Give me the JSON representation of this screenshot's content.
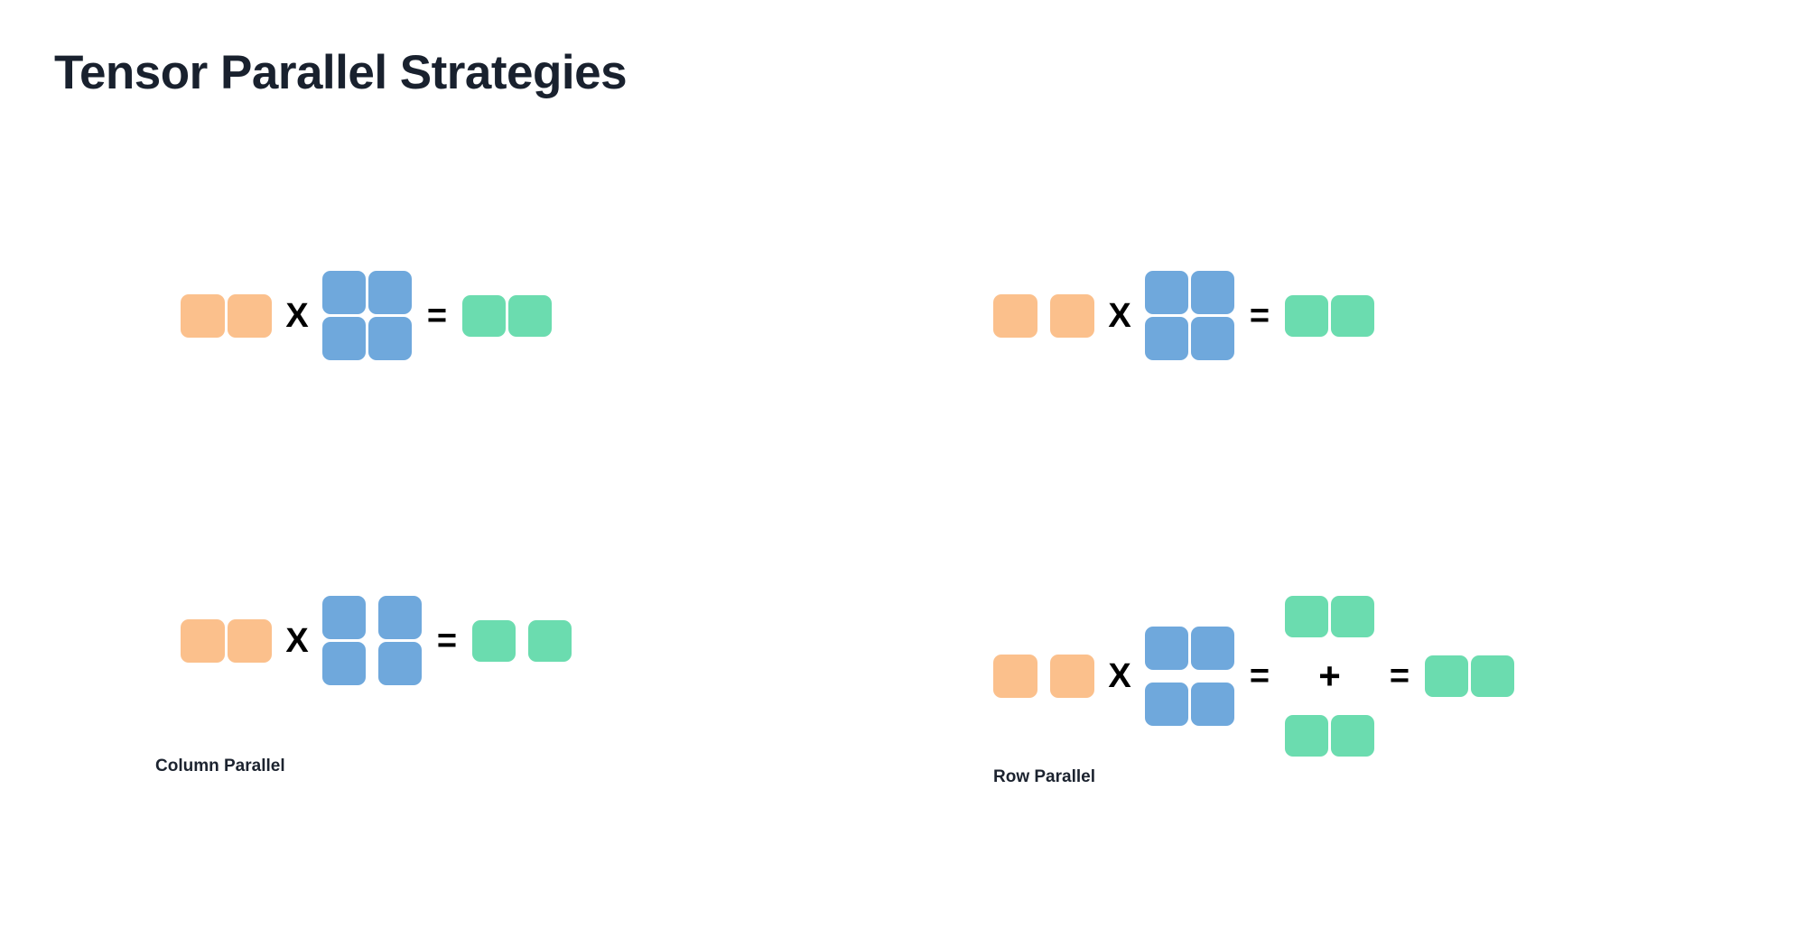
{
  "page": {
    "title": "Tensor Parallel Strategies",
    "background": "#ffffff"
  },
  "colors": {
    "input_orange": "#fbc08c",
    "weight_blue": "#6fa8dc",
    "output_green": "#6bdcaf",
    "text_dark": "#19212e",
    "operator_black": "#000000"
  },
  "operators": {
    "multiply": "X",
    "equals": "=",
    "plus": "+"
  },
  "panels": [
    {
      "id": "top-left",
      "caption": "",
      "description": "unsharded matmul: activation row times 2x2 weight equals output row",
      "input": {
        "color": "#fbc08c",
        "rows": 1,
        "cols": 2,
        "split": "none"
      },
      "weight": {
        "color": "#6fa8dc",
        "rows": 2,
        "cols": 2,
        "split": "none"
      },
      "output": {
        "color": "#6bdcaf",
        "rows": 1,
        "cols": 2,
        "split": "none"
      }
    },
    {
      "id": "top-right",
      "caption": "",
      "description": "unsharded matmul with split activation row",
      "input": {
        "color": "#fbc08c",
        "rows": 1,
        "cols": 2,
        "split": "columns"
      },
      "weight": {
        "color": "#6fa8dc",
        "rows": 2,
        "cols": 2,
        "split": "none"
      },
      "output": {
        "color": "#6bdcaf",
        "rows": 1,
        "cols": 2,
        "split": "none"
      }
    },
    {
      "id": "bottom-left",
      "caption": "Column Parallel",
      "description": "weight split along columns yields output split along columns",
      "input": {
        "color": "#fbc08c",
        "rows": 1,
        "cols": 2,
        "split": "none"
      },
      "weight": {
        "color": "#6fa8dc",
        "rows": 2,
        "cols": 2,
        "split": "columns"
      },
      "output": {
        "color": "#6bdcaf",
        "rows": 1,
        "cols": 2,
        "split": "columns"
      }
    },
    {
      "id": "bottom-right",
      "caption": "Row Parallel",
      "description": "weight split along rows yields two partial outputs summed into one",
      "input": {
        "color": "#fbc08c",
        "rows": 1,
        "cols": 2,
        "split": "columns"
      },
      "weight": {
        "color": "#6fa8dc",
        "rows": 2,
        "cols": 2,
        "split": "rows"
      },
      "partial_outputs": [
        {
          "color": "#6bdcaf",
          "rows": 1,
          "cols": 2
        },
        {
          "color": "#6bdcaf",
          "rows": 1,
          "cols": 2
        }
      ],
      "output": {
        "color": "#6bdcaf",
        "rows": 1,
        "cols": 2,
        "split": "none"
      }
    }
  ],
  "captions": {
    "column_parallel": "Column Parallel",
    "row_parallel": "Row Parallel"
  }
}
